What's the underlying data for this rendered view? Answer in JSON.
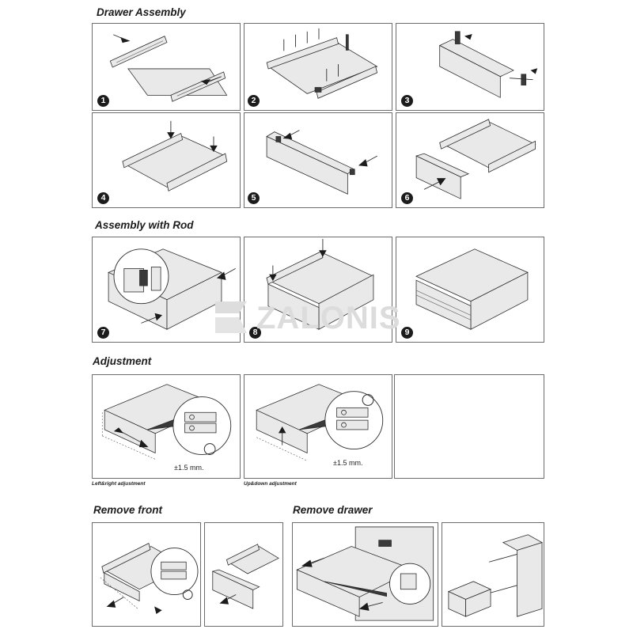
{
  "sections": {
    "drawer_assembly": "Drawer Assembly",
    "assembly_with_rod": "Assembly with Rod",
    "adjustment": "Adjustment",
    "remove_front": "Remove front",
    "remove_drawer": "Remove drawer"
  },
  "steps": [
    "1",
    "2",
    "3",
    "4",
    "5",
    "6",
    "7",
    "8",
    "9"
  ],
  "adjustment": {
    "tolerance": "±1.5 mm.",
    "left_right_caption": "Left&right adjustment",
    "up_down_caption": "Up&down adjustment"
  },
  "watermark": "ZALONIS"
}
